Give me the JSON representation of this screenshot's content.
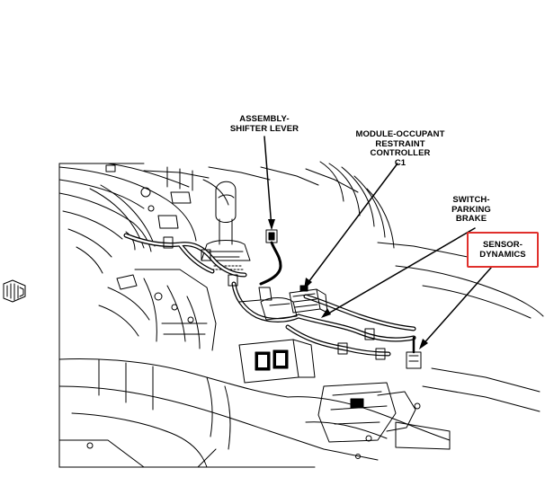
{
  "callouts": {
    "shifter": {
      "line1": "ASSEMBLY-",
      "line2": "SHIFTER LEVER"
    },
    "orc": {
      "line1": "MODULE-OCCUPANT",
      "line2": "RESTRAINT",
      "line3": "CONTROLLER",
      "line4": "C1"
    },
    "brake": {
      "line1": "SWITCH-",
      "line2": "PARKING",
      "line3": "BRAKE"
    },
    "sensor": {
      "line1": "SENSOR-",
      "line2": "DYNAMICS"
    }
  },
  "colors": {
    "highlight_box": "#e0302c",
    "line": "#000000"
  },
  "icons": {
    "view_direction": "view-arrow-icon"
  }
}
